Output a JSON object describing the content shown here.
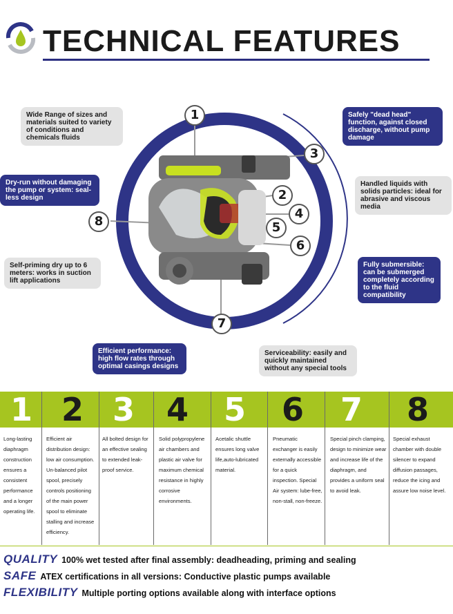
{
  "header": {
    "title": "TECHNICAL FEATURES"
  },
  "callouts": [
    "Wide Range of sizes and materials suited to variety of conditions and chemicals fluids",
    "Safely \"dead head\" function, against closed discharge, without pump damage",
    "Dry-run without damaging the pump or system: seal-less design",
    "Handled liquids with solids particles: ideal for abrasive and viscous media",
    "Self-priming dry up to 6 meters: works in suction lift applications",
    "Fully submersible: can be submerged completely according to the fluid compatibility",
    "Efficient performance: high flow rates through optimal casings designs",
    "Serviceability: easily and quickly maintained without any special tools"
  ],
  "diagram_numbers": [
    "1",
    "2",
    "3",
    "4",
    "5",
    "6",
    "7",
    "8"
  ],
  "columns": [
    {
      "num": "1",
      "text": "Long-lasting diaphragm construction ensures a consistent performance and a longer operating life."
    },
    {
      "num": "2",
      "text": "Efficient air distribution design: low air consumption. Un-balanced pilot spool, precisely controls positioning of the main power spool to eliminate stalling and increase efficiency."
    },
    {
      "num": "3",
      "text": "All bolted design for an effective sealing to extended leak-proof service."
    },
    {
      "num": "4",
      "text": "Solid polypropylene air chambers and plastic air valve for maximum chemical resistance in highly corrosive environments."
    },
    {
      "num": "5",
      "text": "Acetalic shuttle ensures long valve life,auto-lubricated material."
    },
    {
      "num": "6",
      "text": "Pneumatic exchanger is easily externally accessible for a quick inspection. Special Air system: lube-free, non-stall, non-freeze."
    },
    {
      "num": "7",
      "text": "Special pinch clamping, design to minimize wear and increase life of the diaphragm, and provides a uniform seal to avoid leak."
    },
    {
      "num": "8",
      "text": "Special exhaust chamber with double silencer to expand diffusion passages, reduce the icing and assure low noise level."
    }
  ],
  "features": [
    {
      "kw": "QUALITY",
      "text": "100% wet tested after final assembly: deadheading, priming and sealing"
    },
    {
      "kw": "SAFE",
      "text": "ATEX certifications in all versions: Conductive plastic pumps available"
    },
    {
      "kw": "FLEXIBILITY",
      "text": "Multiple porting options available along with interface options"
    }
  ],
  "colors": {
    "accent_blue": "#2e3487",
    "accent_green": "#a6c520",
    "callout_grey": "#e3e3e3"
  },
  "icons": [
    "drop-logo-icon",
    "pump-illustration"
  ]
}
